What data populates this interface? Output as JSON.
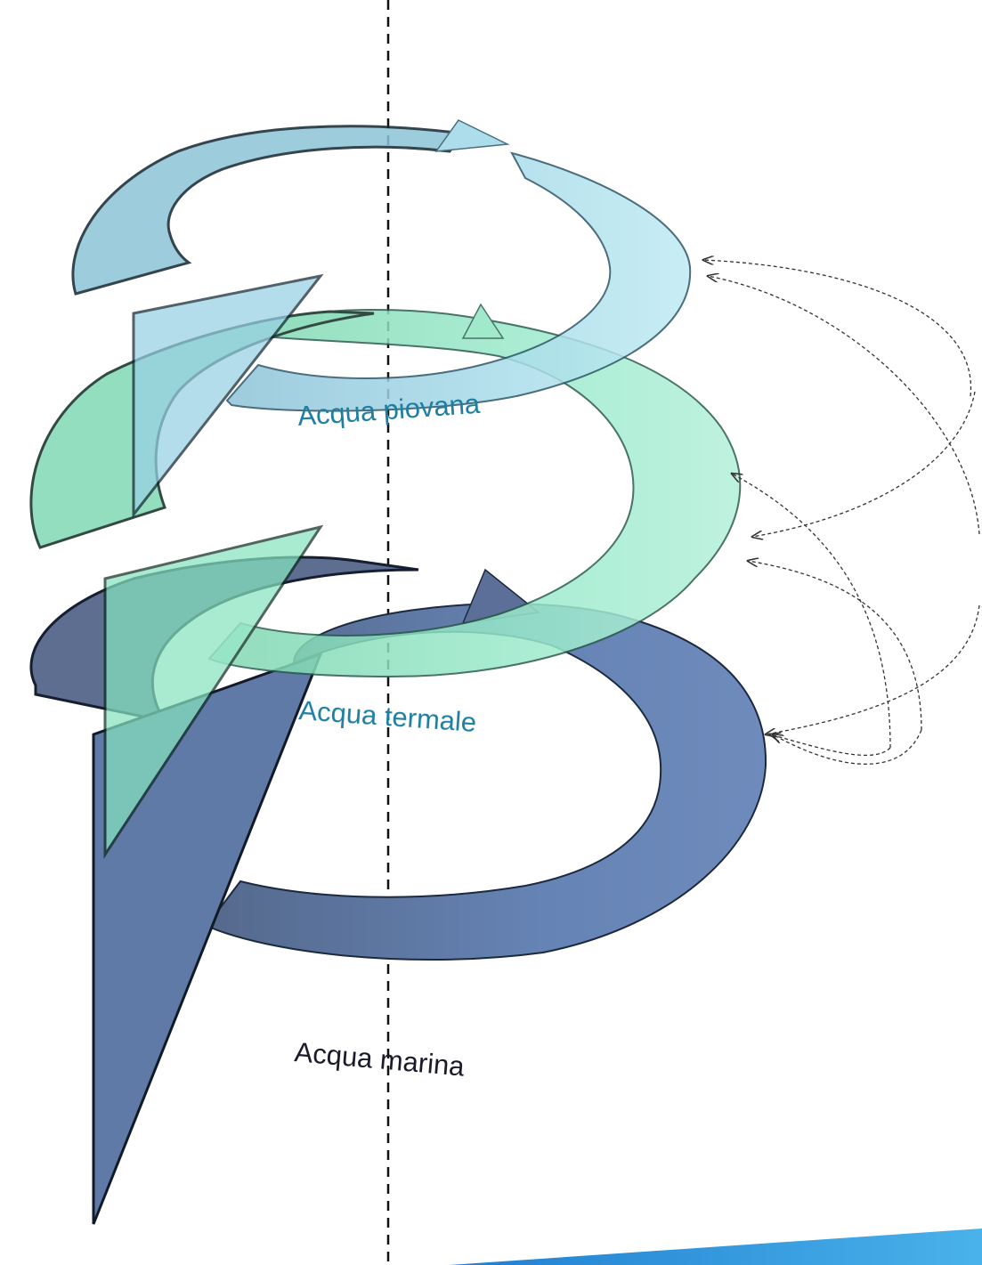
{
  "labels": {
    "top": "Acqua piovana",
    "middle": "Acqua termale",
    "bottom": "Acqua marina"
  },
  "colors": {
    "rain": "#9fd7e6",
    "thermal": "#8fe6c8",
    "sea": "#5f7fad",
    "rain_text": "#1e7fa3",
    "thermal_text": "#1e7fa3",
    "sea_text": "#1a1a2a",
    "axis": "#111111",
    "connector": "#333333",
    "corner_band": "#2c8fd6"
  }
}
